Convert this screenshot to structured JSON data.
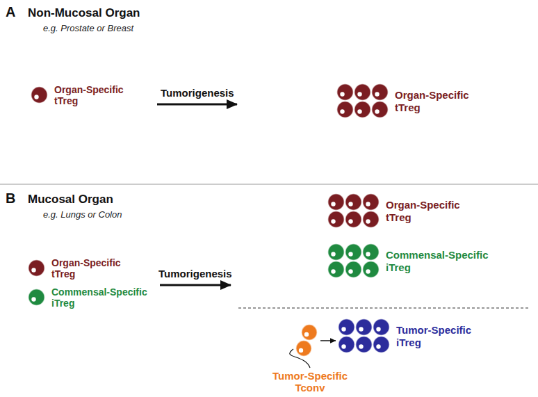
{
  "diagram": {
    "nodes": [
      {
        "text": [
          "A",
          "Non-Mucosal Organ",
          "e.g. Prostate or Breast"
        ]
      },
      {
        "text": [],
        "in": 0
      },
      {
        "text": [
          "Organ-Specific tTreg"
        ],
        "in": 1
      },
      {
        "text": [],
        "in": 0
      },
      {
        "text": [
          "Organ-Specific tTreg"
        ],
        "in": 3
      },
      {
        "text": [
          "B",
          "Mucosal Organ",
          "e.g. Lungs or Colon"
        ]
      },
      {
        "text": [],
        "in": 5
      },
      {
        "text": [
          "Organ-Specific tTreg"
        ],
        "in": 6
      },
      {
        "text": [
          "Commensal-Specific iTreg"
        ],
        "in": 6
      },
      {
        "text": [],
        "in": 5
      },
      {
        "text": [
          "Organ-Specific tTreg"
        ],
        "in": 9
      },
      {
        "text": [
          "Commensal-Specific iTreg"
        ],
        "in": 9
      },
      {
        "text": [
          "Tumor-Specific Tconv"
        ],
        "in": 9
      },
      {
        "text": [
          "Tumor-Specific iTreg"
        ],
        "in": 9
      }
    ],
    "edges": [
      {
        "from": 1,
        "to": 3,
        "label": "Tumorigenesis",
        "arrow": "to"
      },
      {
        "from": 6,
        "to": 9,
        "label": "Tumorigenesis",
        "arrow": "to"
      },
      {
        "from": 12,
        "to": 13,
        "arrow": "to"
      }
    ]
  }
}
